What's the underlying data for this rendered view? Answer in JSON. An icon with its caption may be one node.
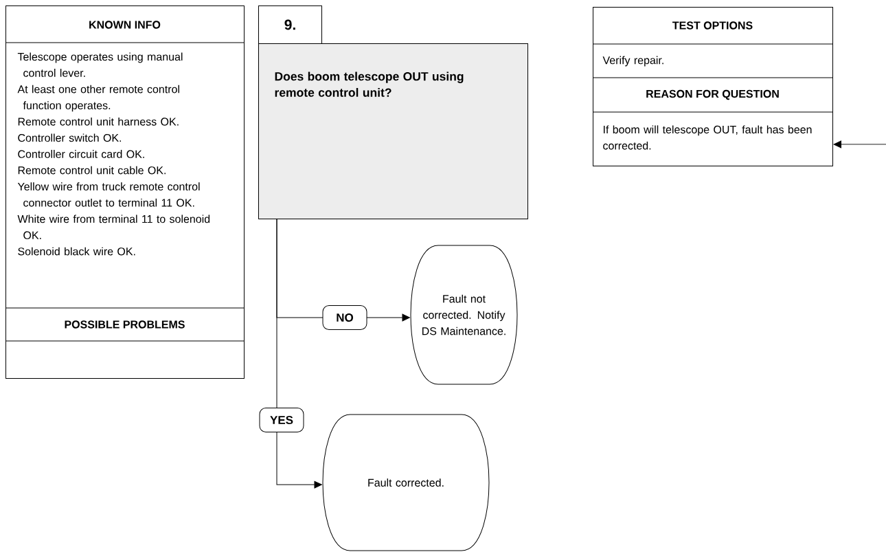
{
  "diagram": {
    "nodes": [
      {
        "text": [
          "KNOWN INFO",
          "Telescope operates using manual control lever.",
          "At least one other remote control function operates.",
          "Remote control unit harness OK.",
          "Controller switch OK.",
          "Controller circuit card OK.",
          "Remote control unit cable OK.",
          "Yellow wire from truck remote control connector outlet to terminal 11 OK.",
          "White wire from terminal 11 to solenoid OK.",
          "Solenoid black wire OK.",
          "POSSIBLE PROBLEMS"
        ]
      },
      {
        "text": [
          "9.",
          "Does boom telescope OUT using remote control unit?"
        ]
      },
      {
        "text": [
          "TEST OPTIONS",
          "Verify repair.",
          "REASON FOR QUESTION",
          "If boom will telescope OUT, fault has been corrected."
        ]
      },
      {
        "text": [
          "Fault not corrected. Notify DS Maintenance."
        ]
      },
      {
        "text": [
          "Fault corrected."
        ]
      }
    ],
    "edges": [
      {
        "from": 1,
        "to": 3,
        "arrow": "to",
        "label": "NO"
      },
      {
        "from": 1,
        "to": 4,
        "arrow": "to",
        "label": "YES"
      },
      {
        "from": null,
        "to": 2,
        "arrow": "to"
      }
    ]
  }
}
